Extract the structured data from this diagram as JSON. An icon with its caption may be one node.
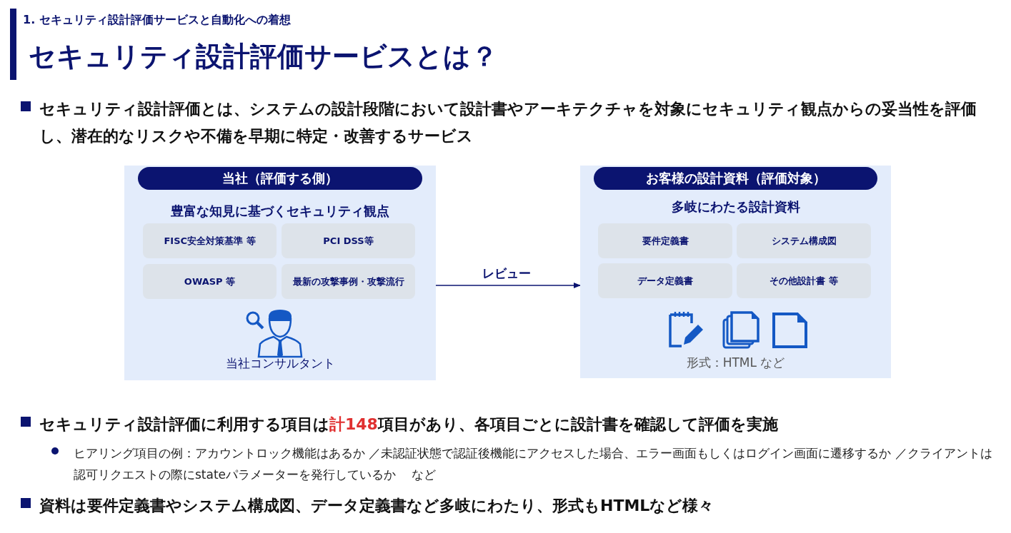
{
  "diagram": {
    "title": "セキュリティ設計評価サービスとは？",
    "nodes": [
      {
        "text": [
          "当社（評価する側）",
          "豊富な知見に基づくセキュリティ観点",
          "当社コンサルタント"
        ]
      },
      {
        "text": [
          "FISC安全対策基準 等"
        ],
        "in": 0
      },
      {
        "text": [
          "PCI DSS等"
        ],
        "in": 0
      },
      {
        "text": [
          "OWASP 等"
        ],
        "in": 0
      },
      {
        "text": [
          "最新の攻撃事例・攻撃流行"
        ],
        "in": 0
      },
      {
        "text": [
          "お客様の設計資料（評価対象）",
          "多岐にわたる設計資料",
          "形式：HTML など"
        ]
      },
      {
        "text": [
          "要件定義書"
        ],
        "in": 5
      },
      {
        "text": [
          "システム構成図"
        ],
        "in": 5
      },
      {
        "text": [
          "データ定義書"
        ],
        "in": 5
      },
      {
        "text": [
          "その他設計書 等"
        ],
        "in": 5
      }
    ],
    "edges": [
      {
        "from": 0,
        "to": 5,
        "arrow": "to",
        "label": "レビュー"
      }
    ],
    "labels": [
      "1. セキュリティ設計評価サービスと自動化への着想",
      "セキュリティ設計評価とは、システムの設計段階において設計書やアーキテクチャを対象にセキュリティ観点からの妥当性を評価し、潜在的なリスクや不備を早期に特定・改善するサービス",
      "セキュリティ設計評価に利用する項目は**計148**項目があり、各項目ごとに設計書を確認して評価を実施",
      "ヒアリング項目の例：アカウントロック機能はあるか ／未認証状態で認証後機能にアクセスした場合、エラー画面もしくはログイン画面に遷移するか ／クライアントは認可リクエストの際にstateパラメーターを発行しているか　 など",
      "資料は要件定義書やシステム構成図、データ定義書など多岐にわたり、形式もHTMLなど様々"
    ]
  }
}
